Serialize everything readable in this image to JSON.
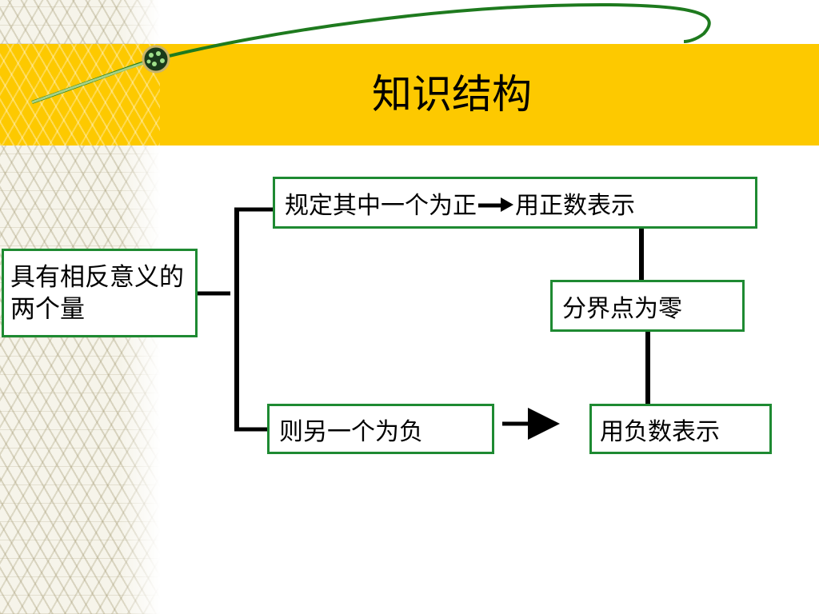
{
  "slide": {
    "title": "知识结构"
  },
  "diagram": {
    "root": {
      "label": "具有相反意义的两个量"
    },
    "positive_branch": {
      "label_part1": "规定其中一个为正",
      "label_part2": "用正数表示"
    },
    "boundary": {
      "label": "分界点为零"
    },
    "negative_branch": {
      "label": "则另一个为负"
    },
    "negative_representation": {
      "label": "用负数表示"
    }
  },
  "colors": {
    "title_band": "#fdc900",
    "box_border": "#1e8a32",
    "connector": "#000000",
    "decor_curve": "#1e7a1e"
  }
}
